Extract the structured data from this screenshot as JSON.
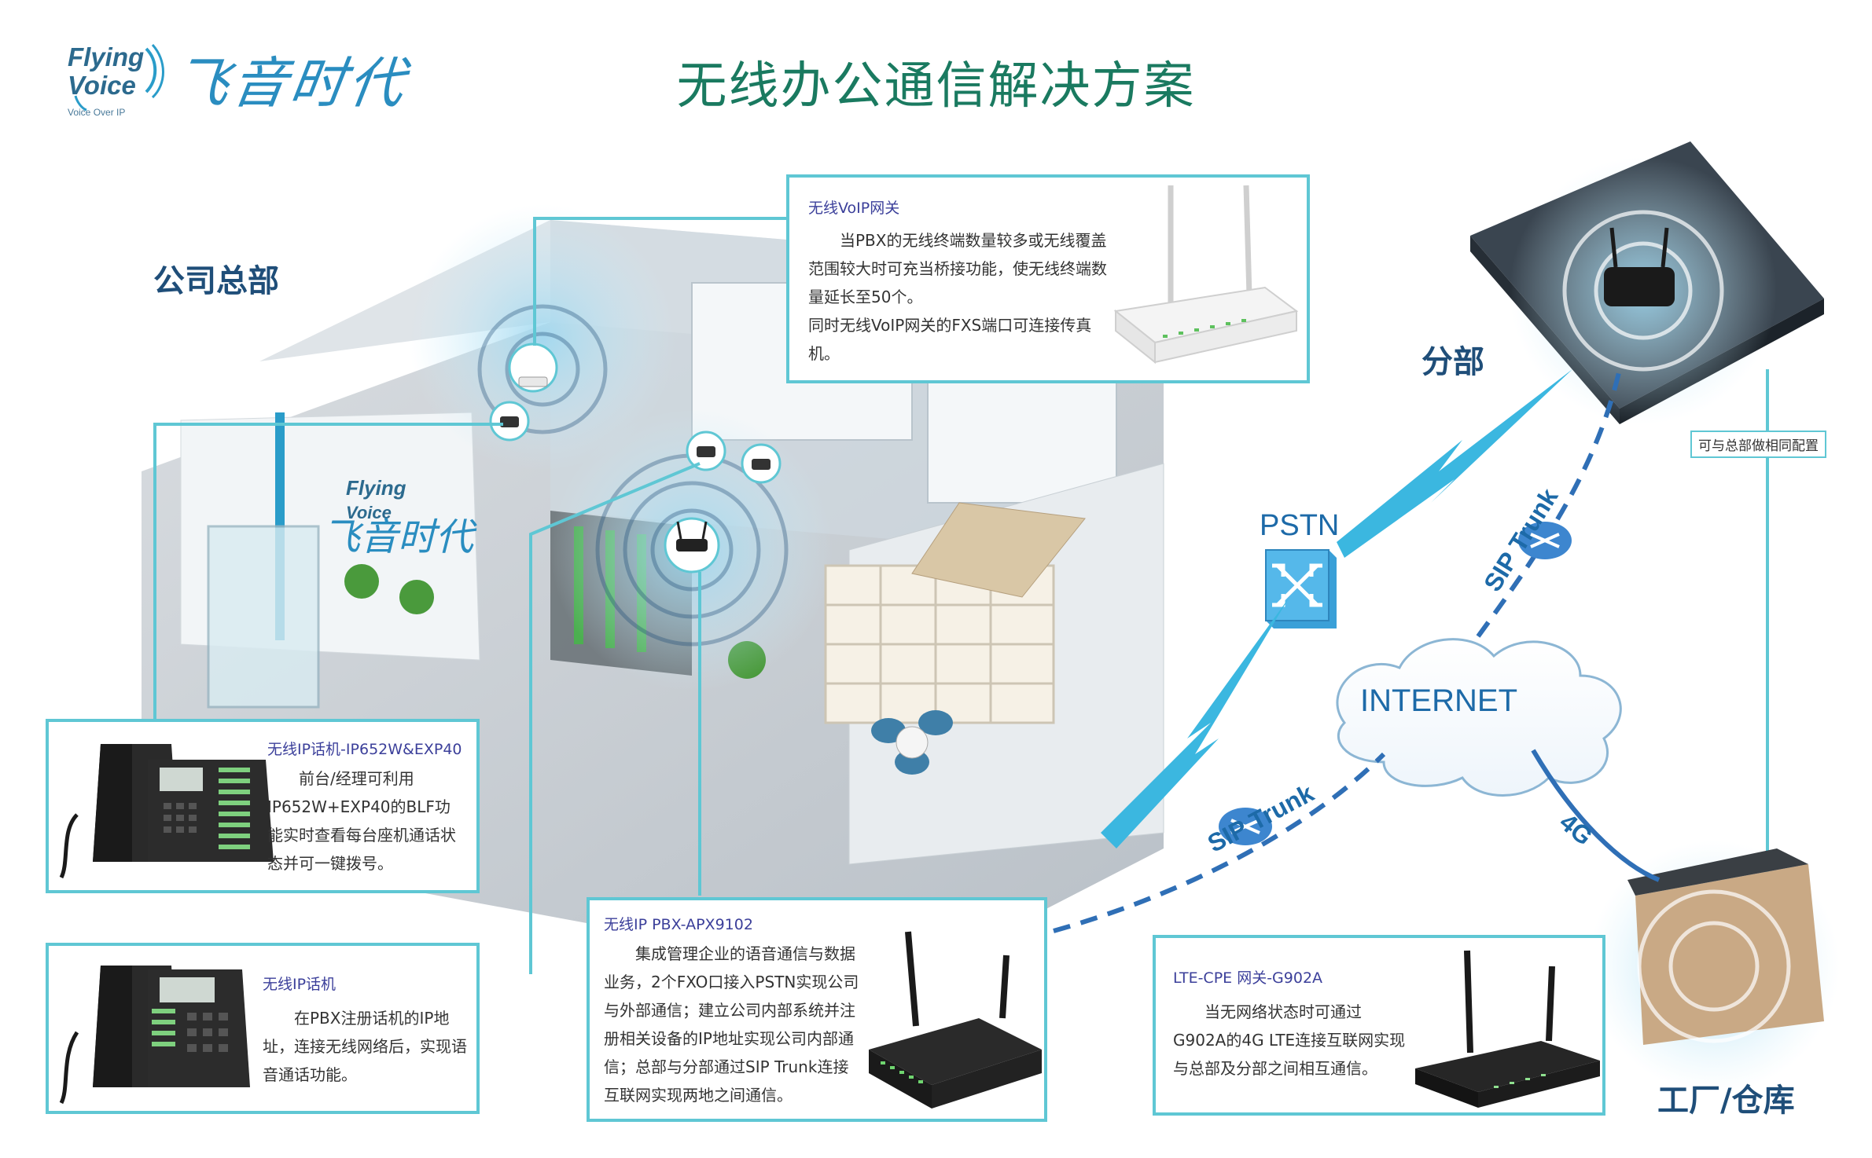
{
  "logo": {
    "english": "Flying Voice",
    "chinese": "飞音时代",
    "tagline": "Voice Over IP"
  },
  "title": "无线办公通信解决方案",
  "locations": {
    "hq": "公司总部",
    "branch": "分部",
    "factory": "工厂/仓库"
  },
  "network": {
    "pstn": "PSTN",
    "internet": "INTERNET",
    "sip_trunk_upper": "SIP Trunk",
    "sip_trunk_lower": "SIP Trunk",
    "link_4g": "4G"
  },
  "branch_note": "可与总部做相同配置",
  "panels": {
    "gateway": {
      "title": "无线VoIP网关",
      "text": "当PBX的无线终端数量较多或无线覆盖范围较大时可充当桥接功能，使无线终端数量延长至50个。\n同时无线VoIP网关的FXS端口可连接传真机。"
    },
    "phone_exp": {
      "title": "无线IP话机-IP652W&EXP40",
      "text": "前台/经理可利用IP652W+EXP40的BLF功能实时查看每台座机通话状态并可一键拨号。"
    },
    "phone": {
      "title": "无线IP话机",
      "text": "在PBX注册话机的IP地址，连接无线网络后，实现语音通话功能。"
    },
    "pbx": {
      "title": "无线IP PBX-APX9102",
      "text": "集成管理企业的语音通信与数据业务，2个FXO口接入PSTN实现公司与外部通信；建立公司内部系统并注册相关设备的IP地址实现公司内部通信；总部与分部通过SIP Trunk连接互联网实现两地之间通信。"
    },
    "lte": {
      "title": "LTE-CPE 网关-G902A",
      "text": "当无网络状态时可通过G902A的4G LTE连接互联网实现与总部及分部之间相互通信。"
    }
  },
  "colors": {
    "title": "#1a7a60",
    "label": "#1f4e79",
    "panel_border": "#5fc7d4",
    "lightning": "#3bb7e0",
    "dash": "#2f6fb6"
  }
}
